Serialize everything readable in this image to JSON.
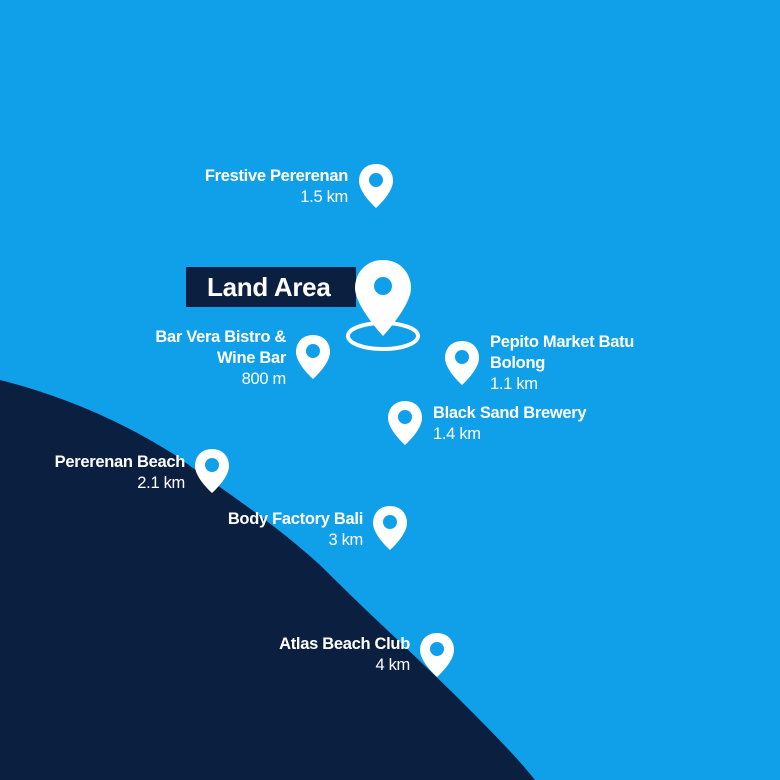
{
  "map": {
    "colors": {
      "sea": "#10a0ea",
      "land": "#0b2040",
      "marker": "#ffffff"
    },
    "main_marker": {
      "label": "Land Area",
      "icon": "map-pin-icon"
    },
    "places": [
      {
        "id": "frestive-pererenan",
        "name": "Frestive Pererenan",
        "distance": "1.5 km"
      },
      {
        "id": "bar-vera-bistro",
        "name": "Bar Vera Bistro & Wine Bar",
        "name_line1": "Bar Vera Bistro &",
        "name_line2": "Wine Bar",
        "distance": "800 m"
      },
      {
        "id": "pepito-market",
        "name": "Pepito Market Batu Bolong",
        "name_line1": "Pepito Market Batu",
        "name_line2": "Bolong",
        "distance": "1.1 km"
      },
      {
        "id": "black-sand-brewery",
        "name": "Black Sand Brewery",
        "distance": "1.4 km"
      },
      {
        "id": "pererenan-beach",
        "name": "Pererenan Beach",
        "distance": "2.1 km"
      },
      {
        "id": "body-factory-bali",
        "name": "Body Factory Bali",
        "distance": "3 km"
      },
      {
        "id": "atlas-beach-club",
        "name": "Atlas Beach Club",
        "distance": "4 km"
      }
    ]
  }
}
